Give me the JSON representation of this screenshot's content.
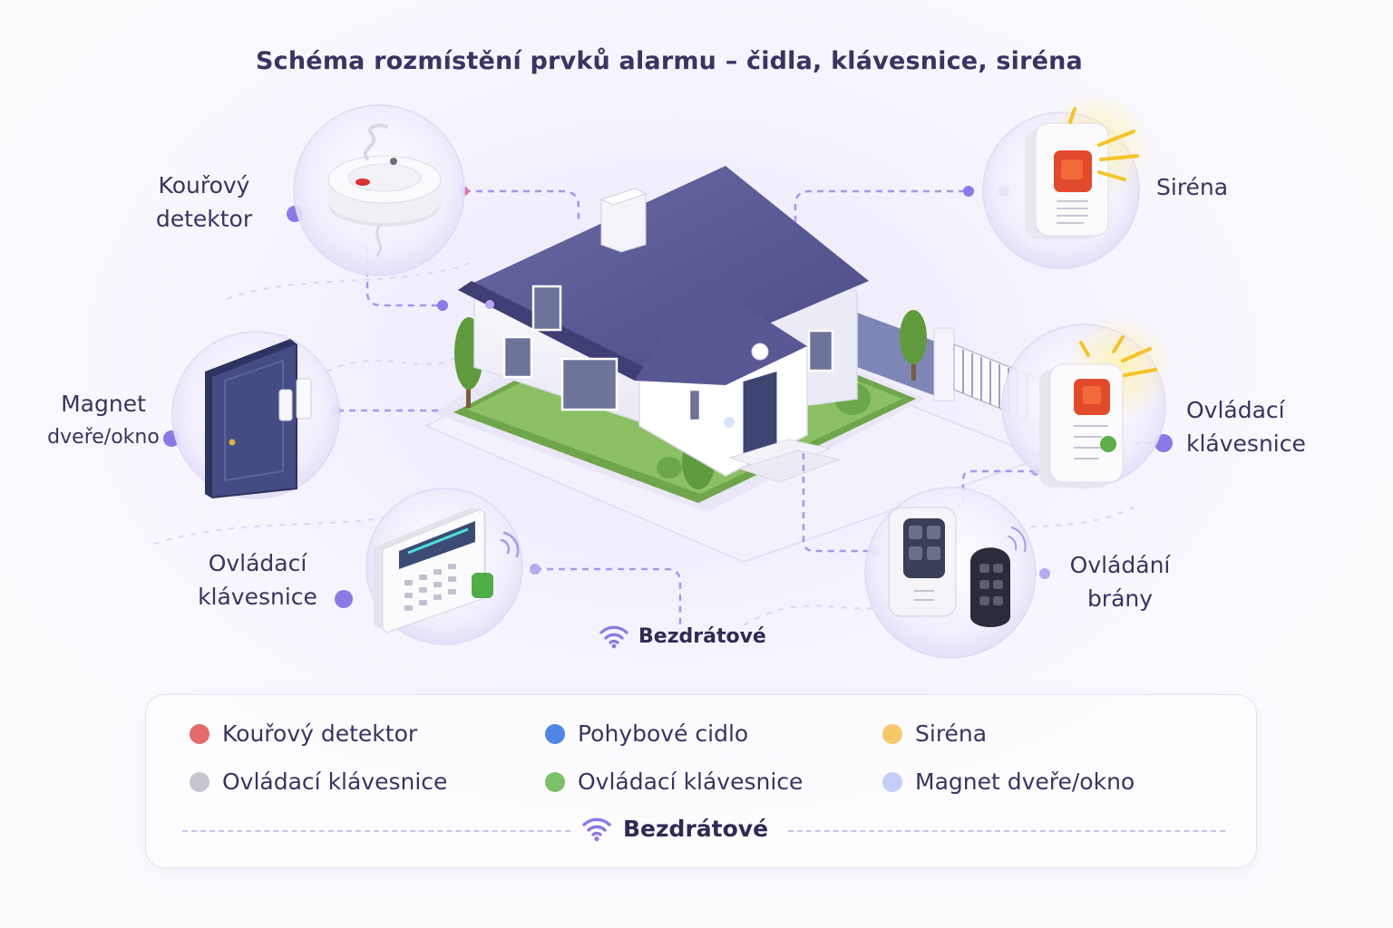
{
  "title": "Schéma rozmístění prvků alarmu – čidla, klávesnice, siréna",
  "colors": {
    "accent": "#8d78e8",
    "dash": "#a996ec",
    "smoke": "#e56a6c",
    "motion": "#4f86e6",
    "siren": "#f7c86a",
    "keypad_gray": "#c6c4cc",
    "keypad_green": "#7cc06a",
    "magnet": "#c3cff7"
  },
  "diagram": {
    "labels": [
      {
        "id": "smoke",
        "lines": [
          "Kouřový",
          "detektor"
        ],
        "icon": "smoke-detector-icon"
      },
      {
        "id": "siren",
        "lines": [
          "Siréna"
        ],
        "icon": "siren-icon"
      },
      {
        "id": "magnet",
        "lines": [
          "Magnet",
          "dveře/okno"
        ],
        "icon": "door-magnet-icon"
      },
      {
        "id": "keypad_right",
        "lines": [
          "Ovládací",
          "klávesnice"
        ],
        "icon": "wall-keypad-icon"
      },
      {
        "id": "keypad_left",
        "lines": [
          "Ovládací",
          "klávesnice"
        ],
        "icon": "alarm-keypad-icon"
      },
      {
        "id": "gate",
        "lines": [
          "Ovládání",
          "brány"
        ],
        "icon": "gate-remote-icon"
      }
    ],
    "wireless_label": "Bezdrátové",
    "center_icon": "house-icon"
  },
  "legend": {
    "items": [
      {
        "label": "Kouřový detektor",
        "color": "#e56a6c"
      },
      {
        "label": "Pohybové cidlo",
        "color": "#4f86e6"
      },
      {
        "label": "Siréna",
        "color": "#f7c86a"
      },
      {
        "label": "Ovládací klávesnice",
        "color": "#c6c4cc"
      },
      {
        "label": "Ovládací klávesnice",
        "color": "#7cc06a"
      },
      {
        "label": "Magnet dveře/okno",
        "color": "#c3cff7"
      }
    ],
    "footer_label": "Bezdrátové"
  }
}
